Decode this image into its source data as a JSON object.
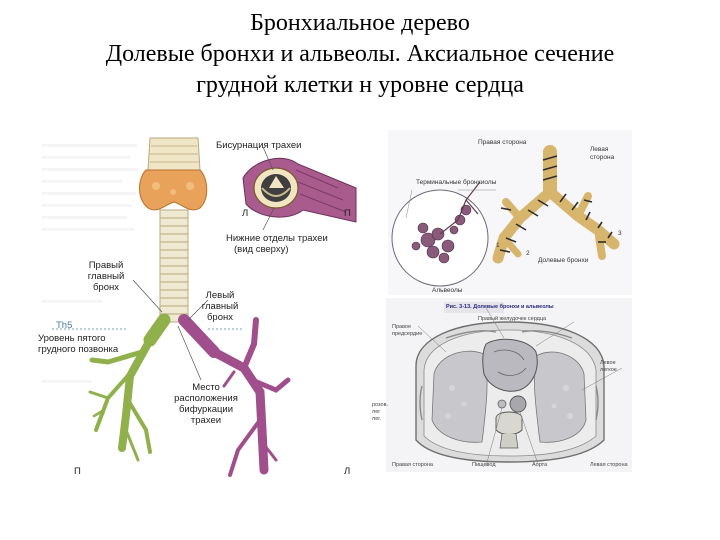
{
  "slide": {
    "title_line1": "Бронхиальное дерево",
    "title_line2": "Долевые бронхи и альвеолы. Аксиальное сечение",
    "title_line3": "грудной клетки н уровне сердца"
  },
  "left_figure": {
    "label_bifurcation": "Бисурнация трахеи",
    "label_lower_trachea_1": "Нижние отделы трахеи",
    "label_lower_trachea_2": "(вид сверху)",
    "label_right_bronchus": "Правый\nглавный\nбронх",
    "label_left_bronchus": "Левый\nглавный\nбронх",
    "label_th5": "Th5",
    "label_vertebra_level": "Уровень пятого\nгрудного позвонка",
    "label_bifurcation_place": "Место\nрасположения\nбифуркации\nтрахеи",
    "letter_p_bottom": "П",
    "letter_l_bottom": "Л",
    "letter_l_inset": "Л",
    "letter_p_inset": "П"
  },
  "top_right_figure": {
    "label_right_side": "Правая сторона",
    "label_left_side": "Левая сторона",
    "label_terminal_bronchioles": "Терминальные бронхиолы",
    "label_alveoli": "Альвеолы",
    "label_lobar_bronchi": "Долевые бронхи",
    "num_1": "1",
    "num_2": "2",
    "num_3": "3"
  },
  "bottom_right_figure": {
    "caption": "Рис. 3-13. Долевые бронхи и альвеолы",
    "top_label_1": "Правый желудочек сердца",
    "label_right_atrium": "Правое\nпредсердие",
    "label_right_side": "Правая сторона",
    "label_left_side": "Левая сторона",
    "label_left_lung": "Левое\nлегкое",
    "label_esophagus": "Пищевод",
    "label_aorta": "Аорта",
    "left_edge_label": "розов.\nлег\nлег."
  }
}
